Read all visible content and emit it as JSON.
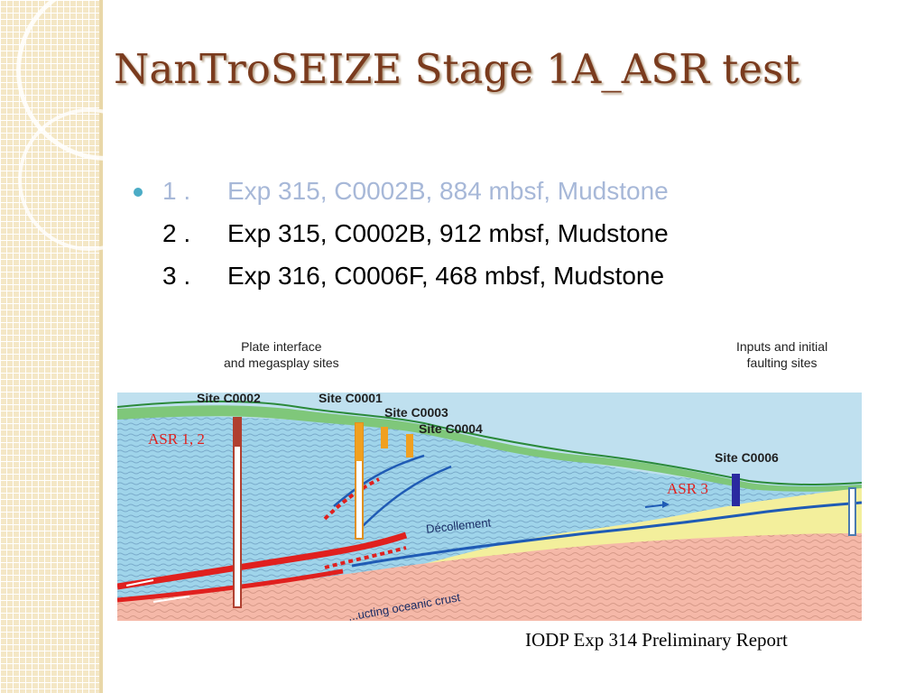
{
  "slide": {
    "title": "NanTroSEIZE Stage 1A_ASR test",
    "items": [
      {
        "num": "1 .",
        "text": "Exp 315, C0002B, 884 mbsf, Mudstone",
        "state": "dim"
      },
      {
        "num": "2 .",
        "text": "Exp 315, C0002B, 912 mbsf, Mudstone",
        "state": "normal"
      },
      {
        "num": "3 .",
        "text": "Exp 316, C0006F, 468 mbsf, Mudstone",
        "state": "normal"
      }
    ],
    "caption": "IODP Exp 314 Preliminary Report",
    "colors": {
      "title": "#7a3b1e",
      "bullet": "#4bacc6",
      "dim_text": "#a7b8d8",
      "asr": "#e0201e"
    }
  },
  "figure": {
    "headers": {
      "left": [
        "Plate interface",
        "and megasplay sites"
      ],
      "right": [
        "Inputs and initial",
        "faulting sites"
      ]
    },
    "sites": {
      "c0002": "Site C0002",
      "c0001": "Site C0001",
      "c0003": "Site C0003",
      "c0004": "Site C0004",
      "c0006": "Site C0006"
    },
    "asr_labels": {
      "asr12": "ASR 1, 2",
      "asr3": "ASR 3"
    },
    "features": {
      "decollement": "Décollement",
      "crust": "...ucting oceanic crust"
    }
  }
}
